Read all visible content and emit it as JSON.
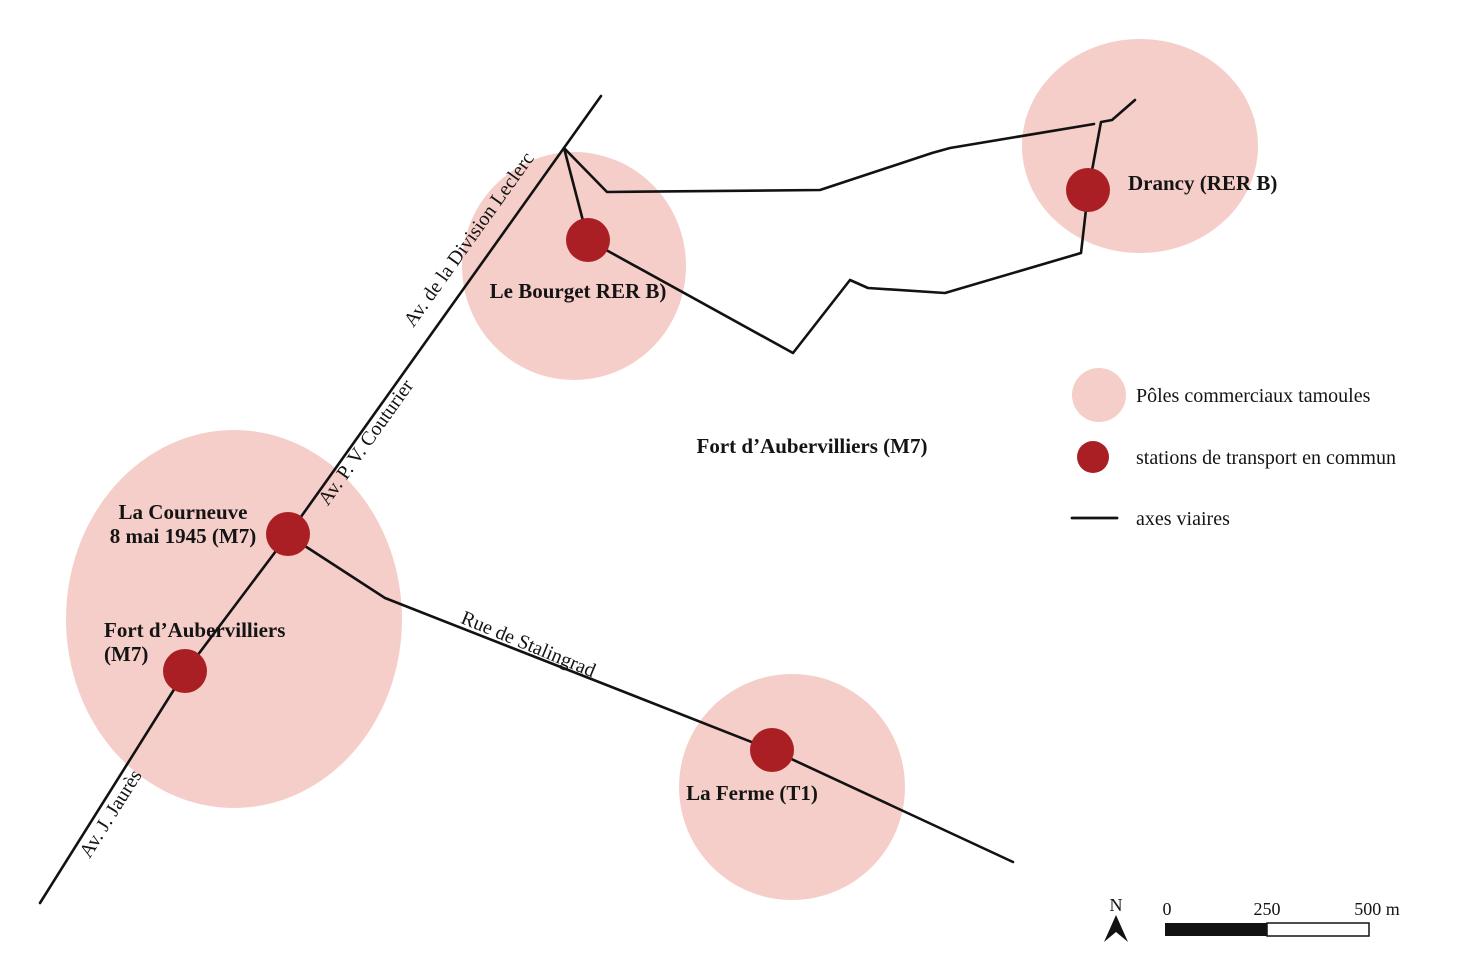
{
  "colors": {
    "background": "#ffffff",
    "commercial_pole_fill": "#f6cec9",
    "station_fill": "#aa1f24",
    "road_stroke": "#121212",
    "text": "#141414"
  },
  "stations": {
    "drancy": {
      "label": "Drancy (RER B)"
    },
    "le_bourget": {
      "label": "Le Bourget RER B)"
    },
    "la_courneuve": {
      "line1": "La Courneuve",
      "line2": "8 mai 1945 (M7)"
    },
    "fort_aubervilliers": {
      "line1": "Fort d’Aubervilliers",
      "line2": "(M7)"
    },
    "la_ferme": {
      "label": "La Ferme (T1)"
    }
  },
  "area_labels": {
    "fort_aubervilliers_m7": "Fort d’Aubervilliers (M7)"
  },
  "streets": {
    "division_leclerc": "Av. de la Division Leclerc",
    "couturier": "Av. P. V. Couturier",
    "jaures": "Av. J. Jaurès",
    "stalingrad": "Rue de Stalingrad"
  },
  "legend": {
    "poles": "Pôles commerciaux tamoules",
    "stations": "stations de transport en commun",
    "roads": "axes viaires"
  },
  "scale_bar": {
    "north": "N",
    "tick_0": "0",
    "tick_250": "250",
    "tick_500": "500 m"
  }
}
